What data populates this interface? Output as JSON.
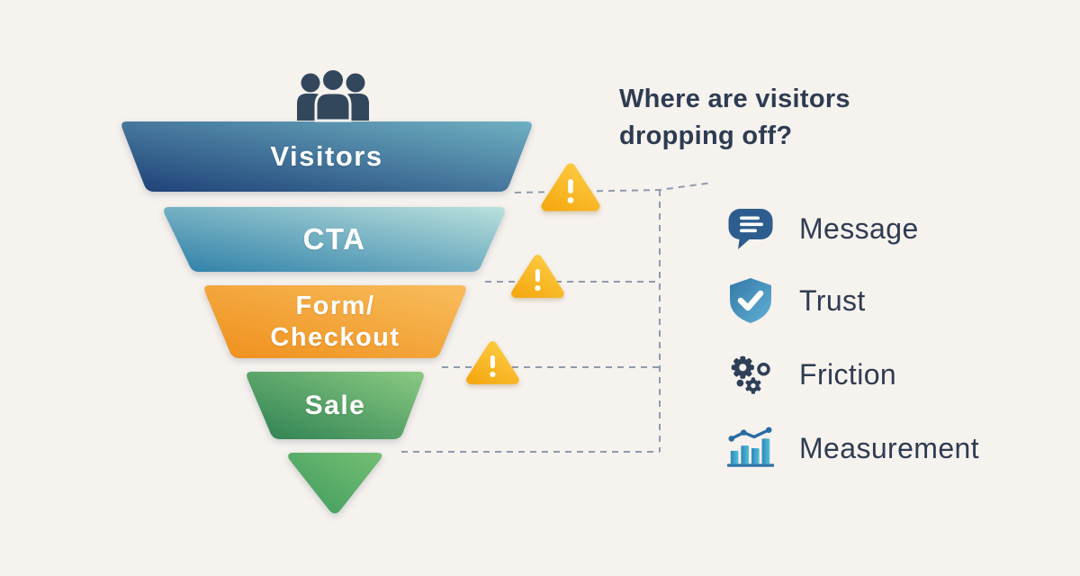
{
  "colors": {
    "background": "#f6f2ee",
    "text_dark": "#2e3c52",
    "dash": "#8492a6",
    "people": "#33475c",
    "warning_start": "#f5a912",
    "warning_end": "#fcc93e",
    "bubble": "#2d5c8e",
    "shield_start": "#3579a8",
    "shield_end": "#5fb0d4",
    "gears": "#2e3f58",
    "bars_start": "#2f86ba",
    "bars_end": "#52c0d8",
    "chart_line": "#2a6ca2",
    "chart_base": "#2d74a8"
  },
  "title": "Where are visitors dropping off?",
  "funnel": {
    "stages": [
      {
        "label": "Visitors",
        "color_start": "#1d4077",
        "color_end": "#6fb0c2"
      },
      {
        "label": "CTA",
        "color_start": "#2e7fa8",
        "color_end": "#b9e0dc"
      },
      {
        "label": "Form/Checkout",
        "lines": [
          "Form/",
          "Checkout"
        ],
        "color_start": "#ef8f1c",
        "color_end": "#f8bd5c"
      },
      {
        "label": "Sale",
        "color_start": "#2d8052",
        "color_end": "#8aca82"
      }
    ],
    "tip": {
      "color_start": "#3f9a5e",
      "color_end": "#74bf73"
    },
    "audience_icon": "people-icon",
    "dropoff_warning_icon": "warning-triangle-icon",
    "dropoff_warning_count": 3
  },
  "legend": {
    "items": [
      {
        "icon": "chat-bubble-icon",
        "label": "Message"
      },
      {
        "icon": "shield-check-icon",
        "label": "Trust"
      },
      {
        "icon": "gears-icon",
        "label": "Friction"
      },
      {
        "icon": "bar-chart-icon",
        "label": "Measurement"
      }
    ]
  }
}
